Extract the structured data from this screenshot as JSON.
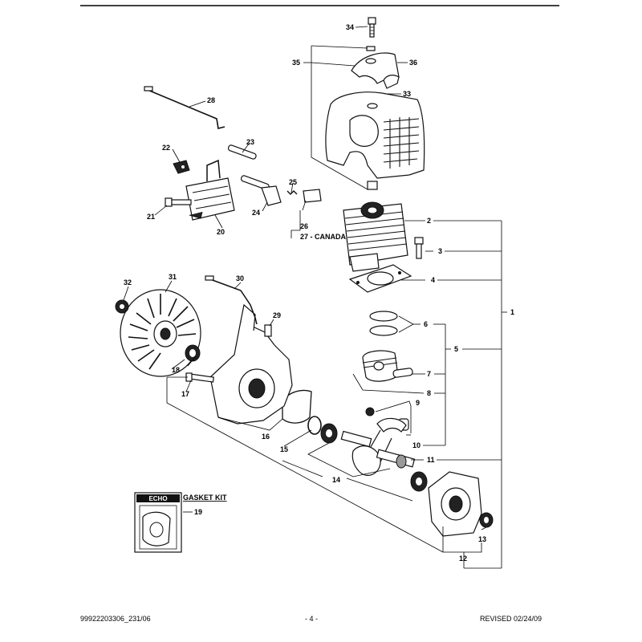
{
  "callouts": [
    {
      "id": "c34",
      "text": "34"
    },
    {
      "id": "c35",
      "text": "35"
    },
    {
      "id": "c36",
      "text": "36"
    },
    {
      "id": "c33",
      "text": "33"
    },
    {
      "id": "c28",
      "text": "28"
    },
    {
      "id": "c22",
      "text": "22"
    },
    {
      "id": "c23",
      "text": "23"
    },
    {
      "id": "c25",
      "text": "25"
    },
    {
      "id": "c24",
      "text": "24"
    },
    {
      "id": "c21",
      "text": "21"
    },
    {
      "id": "c20",
      "text": "20"
    },
    {
      "id": "c26",
      "text": "26"
    },
    {
      "id": "c27",
      "text": "27 - CANADA"
    },
    {
      "id": "c2",
      "text": "2"
    },
    {
      "id": "c3",
      "text": "3"
    },
    {
      "id": "c4",
      "text": "4"
    },
    {
      "id": "c1",
      "text": "1"
    },
    {
      "id": "c32",
      "text": "32"
    },
    {
      "id": "c31",
      "text": "31"
    },
    {
      "id": "c30",
      "text": "30"
    },
    {
      "id": "c29",
      "text": "29"
    },
    {
      "id": "c6",
      "text": "6"
    },
    {
      "id": "c5",
      "text": "5"
    },
    {
      "id": "c7",
      "text": "7"
    },
    {
      "id": "c8",
      "text": "8"
    },
    {
      "id": "c9",
      "text": "9"
    },
    {
      "id": "c10",
      "text": "10"
    },
    {
      "id": "c18",
      "text": "18"
    },
    {
      "id": "c17",
      "text": "17"
    },
    {
      "id": "c16",
      "text": "16"
    },
    {
      "id": "c15",
      "text": "15"
    },
    {
      "id": "c11",
      "text": "11"
    },
    {
      "id": "c14",
      "text": "14"
    },
    {
      "id": "c19",
      "text": "19"
    },
    {
      "id": "c13",
      "text": "13"
    },
    {
      "id": "c12",
      "text": "12"
    }
  ],
  "gasket_kit": {
    "title": "GASKET KIT",
    "brand": "ECHO"
  },
  "footer": {
    "left": "99922203306_231/06",
    "center": "- 4 -",
    "right": "REVISED 02/24/09"
  }
}
